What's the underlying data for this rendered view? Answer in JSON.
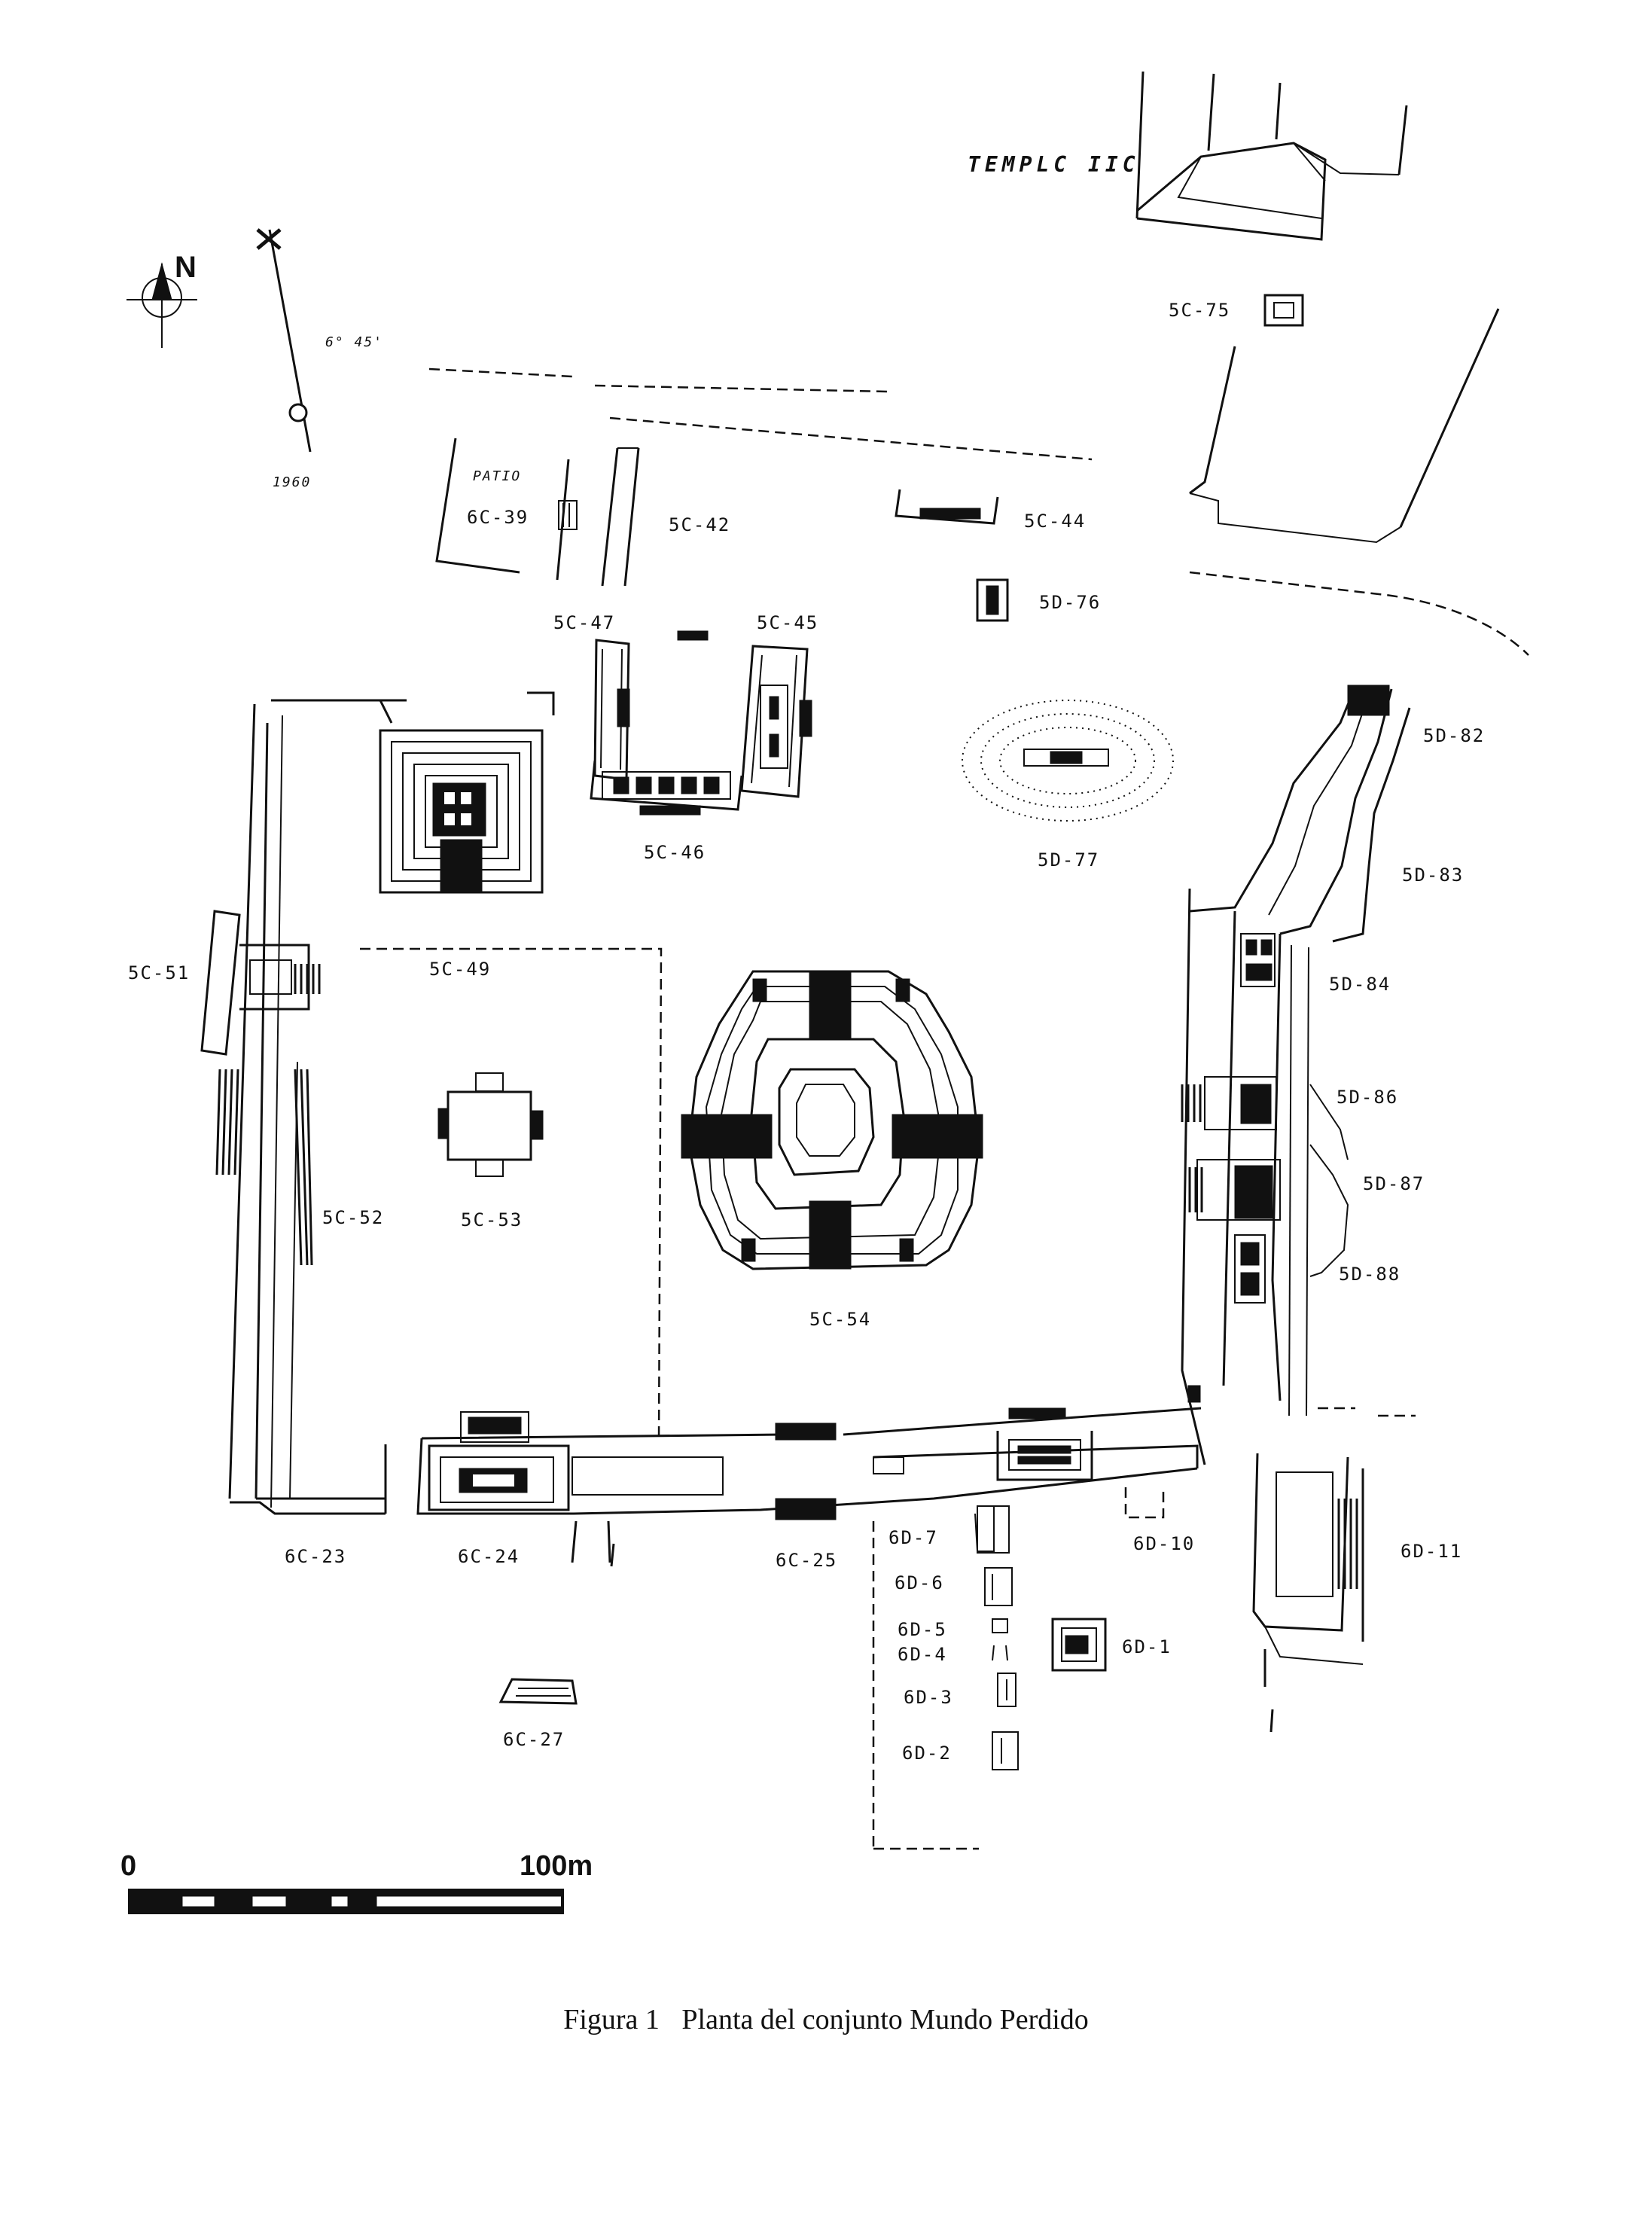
{
  "caption": {
    "figure": "Figura 1",
    "text": "Planta del conjunto Mundo Perdido"
  },
  "compass": {
    "north": "N",
    "declination": "6° 45'",
    "year": "1960"
  },
  "scale": {
    "start": "0",
    "end": "100m"
  },
  "labels": {
    "temple": "TEMPLC IIC",
    "s5c75": "5C-75",
    "patio": "PATIO",
    "s6c39": "6C-39",
    "s5c42": "5C-42",
    "s5c44": "5C-44",
    "s5d76": "5D-76",
    "s5c47": "5C-47",
    "s5c45": "5C-45",
    "s5d82": "5D-82",
    "s5c46": "5C-46",
    "s5d77": "5D-77",
    "s5d83": "5D-83",
    "s5c51": "5C-51",
    "s5c49": "5C-49",
    "s5d84": "5D-84",
    "s5d86": "5D-86",
    "s5d87": "5D-87",
    "s5c52": "5C-52",
    "s5c53": "5C-53",
    "s5d88": "5D-88",
    "s5c54": "5C-54",
    "s6c23": "6C-23",
    "s6c24": "6C-24",
    "s6c25": "6C-25",
    "s6d7": "6D-7",
    "s6d10": "6D-10",
    "s6d11": "6D-11",
    "s6d6": "6D-6",
    "s6d5": "6D-5",
    "s6d4": "6D-4",
    "s6d1": "6D-1",
    "s6d3": "6D-3",
    "s6c27": "6C-27",
    "s6d2": "6D-2"
  }
}
